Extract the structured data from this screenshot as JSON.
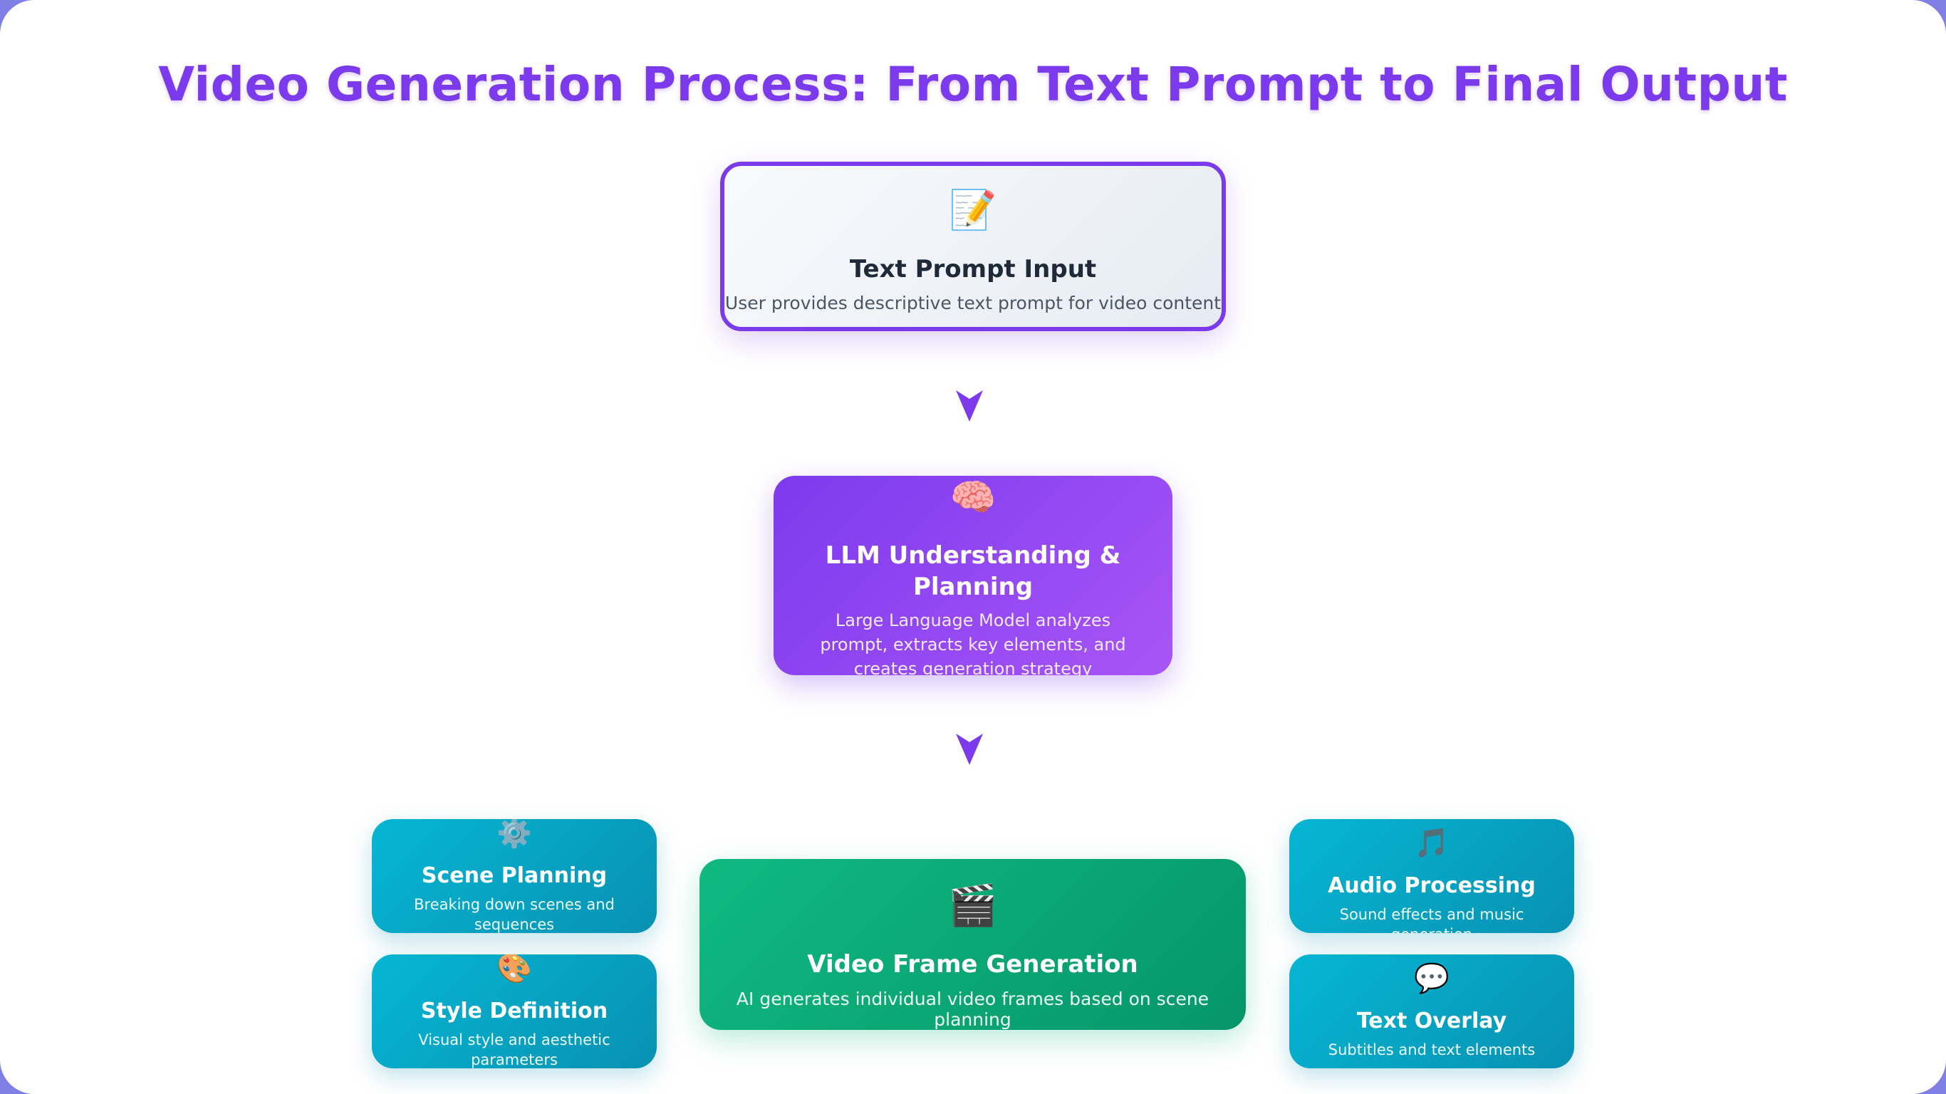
{
  "title": "Video Generation Process: From Text Prompt to Final Output",
  "colors": {
    "accent": "#7c3aed",
    "purple_light": "#a855f7",
    "green": "#10b981",
    "green_dark": "#059669",
    "cyan": "#06b6d4",
    "cyan_dark": "#0891b2",
    "background": "#7f7fe6"
  },
  "nodes": {
    "input": {
      "icon": "📝",
      "icon_name": "memo-icon",
      "title": "Text Prompt Input",
      "description": "User provides descriptive text prompt for video content"
    },
    "llm": {
      "icon": "🧠",
      "icon_name": "brain-icon",
      "title": "LLM Understanding & Planning",
      "description": "Large Language Model analyzes prompt, extracts key elements, and creates generation strategy"
    },
    "scene": {
      "icon": "⚙️",
      "icon_name": "gear-icon",
      "title": "Scene Planning",
      "description": "Breaking down scenes and sequences"
    },
    "style": {
      "icon": "🎨",
      "icon_name": "palette-icon",
      "title": "Style Definition",
      "description": "Visual style and aesthetic parameters"
    },
    "video": {
      "icon": "🎬",
      "icon_name": "clapper-board-icon",
      "title": "Video Frame Generation",
      "description": "AI generates individual video frames based on scene planning"
    },
    "audio": {
      "icon": "🎵",
      "icon_name": "music-note-icon",
      "title": "Audio Processing",
      "description": "Sound effects and music generation"
    },
    "text": {
      "icon": "💬",
      "icon_name": "speech-bubble-icon",
      "title": "Text Overlay",
      "description": "Subtitles and text elements"
    }
  }
}
